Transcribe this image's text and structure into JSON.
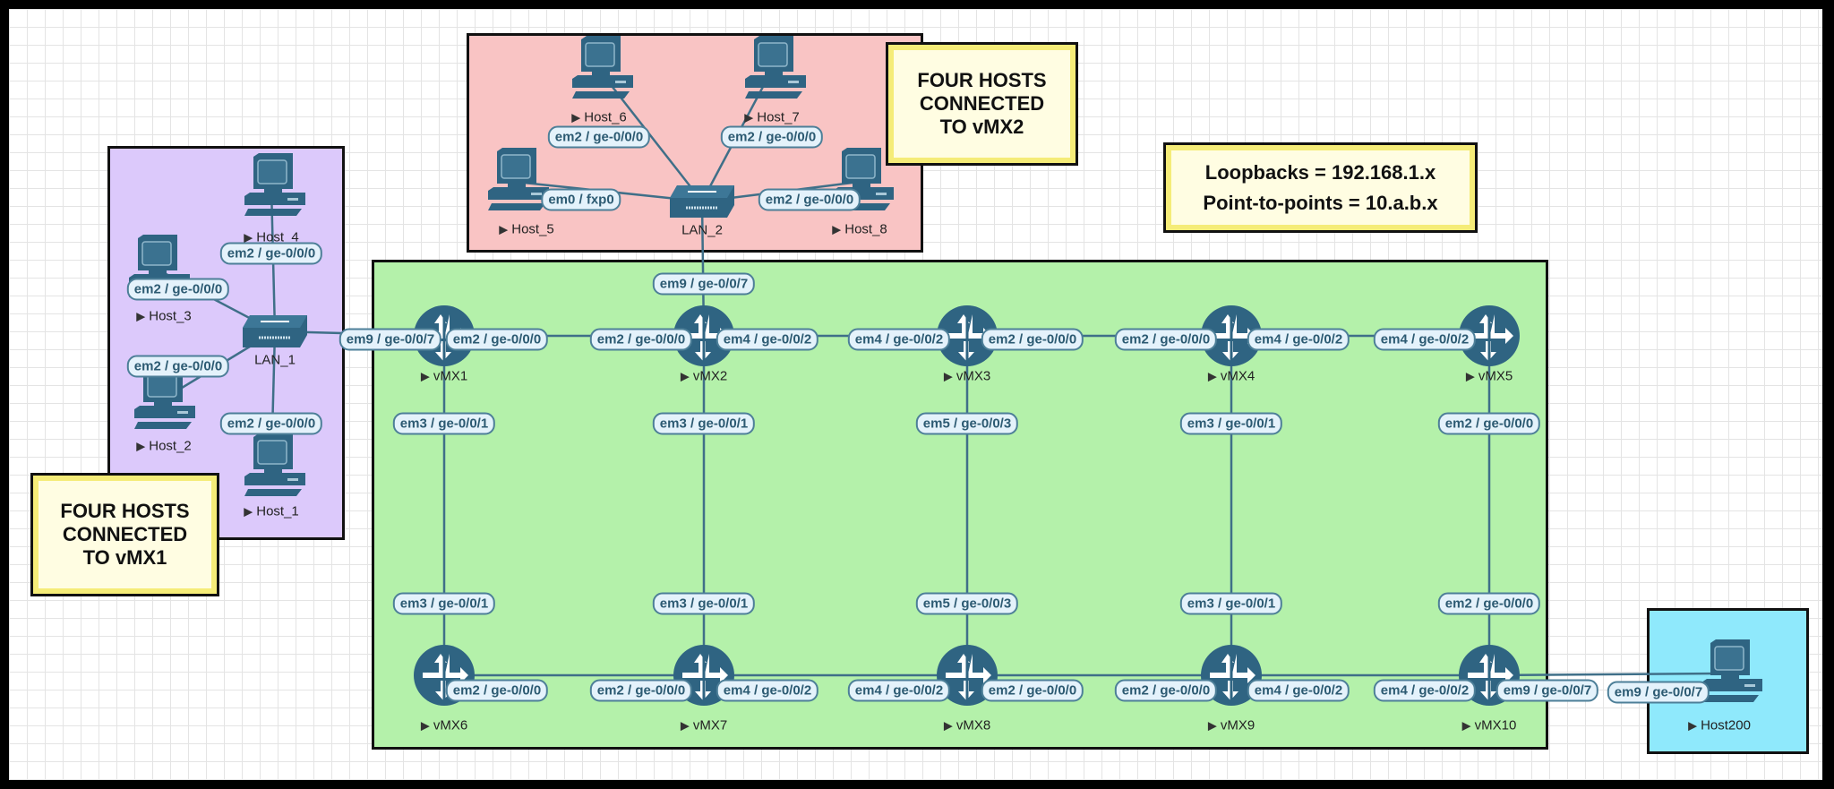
{
  "notes": {
    "vmx2_hosts": [
      "FOUR HOSTS",
      "CONNECTED",
      "TO vMX2"
    ],
    "vmx1_hosts": [
      "FOUR HOSTS",
      "CONNECTED",
      "TO vMX1"
    ],
    "addressing": [
      "Loopbacks = 192.168.1.x",
      "Point-to-points = 10.a.b.x"
    ]
  },
  "routers": [
    "vMX1",
    "vMX2",
    "vMX3",
    "vMX4",
    "vMX5",
    "vMX6",
    "vMX7",
    "vMX8",
    "vMX9",
    "vMX10"
  ],
  "switches": [
    "LAN_1",
    "LAN_2"
  ],
  "hosts": [
    "Host_1",
    "Host_2",
    "Host_3",
    "Host_4",
    "Host_5",
    "Host_6",
    "Host_7",
    "Host_8",
    "Host200"
  ],
  "interfaces": [
    "em2 / ge-0/0/0",
    "em2 / ge-0/0/0",
    "em2 / ge-0/0/0",
    "em2 / ge-0/0/0",
    "em9 / ge-0/0/7",
    "em2 / ge-0/0/0",
    "em2 / ge-0/0/0",
    "em0 / fxp0",
    "em2 / ge-0/0/0",
    "em9 / ge-0/0/7",
    "em2 / ge-0/0/0",
    "em2 / ge-0/0/0",
    "em4 / ge-0/0/2",
    "em4 / ge-0/0/2",
    "em2 / ge-0/0/0",
    "em2 / ge-0/0/0",
    "em4 / ge-0/0/2",
    "em4 / ge-0/0/2",
    "em3 / ge-0/0/1",
    "em3 / ge-0/0/1",
    "em5 / ge-0/0/3",
    "em3 / ge-0/0/1",
    "em2 / ge-0/0/0",
    "em3 / ge-0/0/1",
    "em3 / ge-0/0/1",
    "em5 / ge-0/0/3",
    "em3 / ge-0/0/1",
    "em2 / ge-0/0/0",
    "em2 / ge-0/0/0",
    "em2 / ge-0/0/0",
    "em4 / ge-0/0/2",
    "em4 / ge-0/0/2",
    "em2 / ge-0/0/0",
    "em2 / ge-0/0/0",
    "em4 / ge-0/0/2",
    "em4 / ge-0/0/2",
    "em9 / ge-0/0/7",
    "em9 / ge-0/0/7"
  ],
  "colors": {
    "vmx1_zone": "#dcc9fb",
    "vmx2_zone": "#f9c4c4",
    "core_zone": "#b4f1aa",
    "host200_zone": "#8fe9fc",
    "icon": "#2f6482",
    "link": "#3f6f88"
  }
}
